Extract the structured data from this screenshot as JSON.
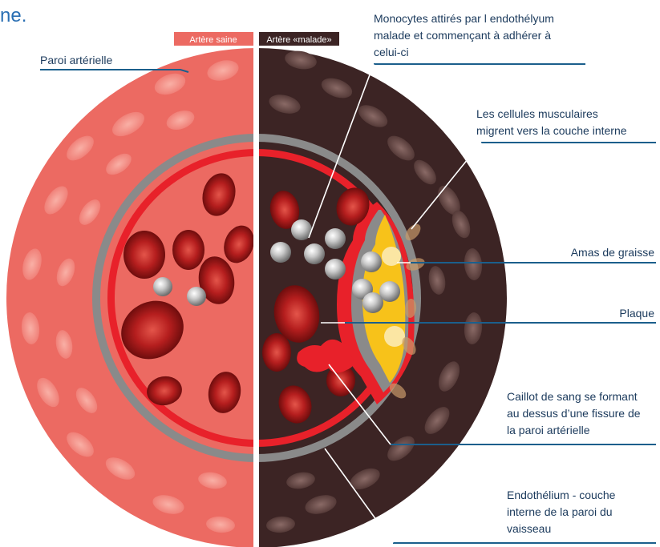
{
  "heading": "ne.",
  "tags": {
    "healthy": "Artère saine",
    "diseased": "Artère «malade»"
  },
  "labels": {
    "wall": "Paroi artérielle",
    "monocytes": [
      "Monocytes attirés par l endothélyum",
      "malade et commençant à adhérer à",
      "celui-ci"
    ],
    "muscle": [
      "Les cellules musculaires",
      "migrent vers la couche interne"
    ],
    "fat": "Amas de graisse",
    "plaque": "Plaque",
    "clot": [
      "Caillot de sang se formant",
      "au dessus d’une fissure de",
      "la paroi artérielle"
    ],
    "endothelium": [
      "Endothélium - couche",
      "interne de la paroi du",
      "vaisseau"
    ]
  },
  "colors": {
    "healthy_wall": "#ec6a62",
    "diseased_wall": "#3c2424",
    "media_ring": "#8a8a8a",
    "endothelium": "#e8212a",
    "fat": "#f7c21a",
    "label_line": "#1b5f8c"
  }
}
